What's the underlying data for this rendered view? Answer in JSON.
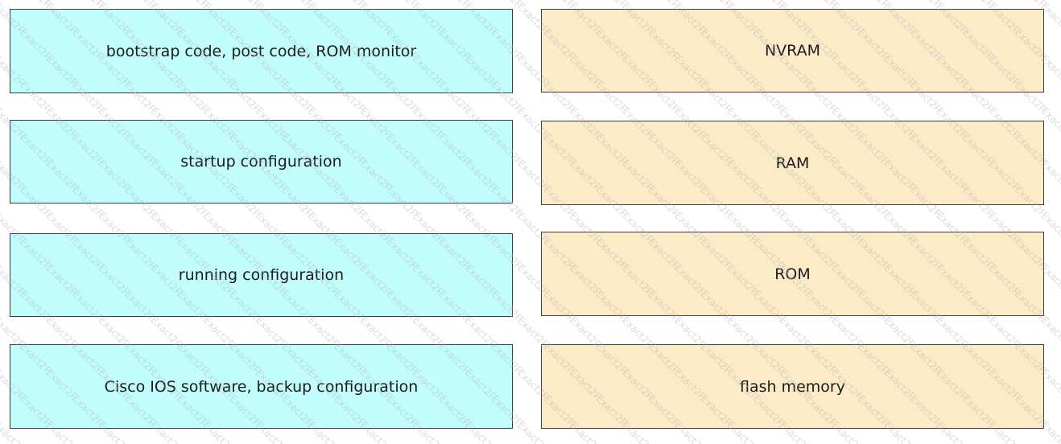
{
  "watermark": {
    "text": "Exact2Pass",
    "color": "#b0b0b0"
  },
  "colors": {
    "left_fill": "#c2fdfd",
    "right_fill": "#fdebc8",
    "border": "#3a3a3a"
  },
  "left_items": [
    {
      "label": "bootstrap code, post code, ROM monitor"
    },
    {
      "label": "startup configuration"
    },
    {
      "label": "running configuration"
    },
    {
      "label": "Cisco IOS software, backup configuration"
    }
  ],
  "right_items": [
    {
      "label": "NVRAM"
    },
    {
      "label": "RAM"
    },
    {
      "label": "ROM"
    },
    {
      "label": "flash memory"
    }
  ]
}
